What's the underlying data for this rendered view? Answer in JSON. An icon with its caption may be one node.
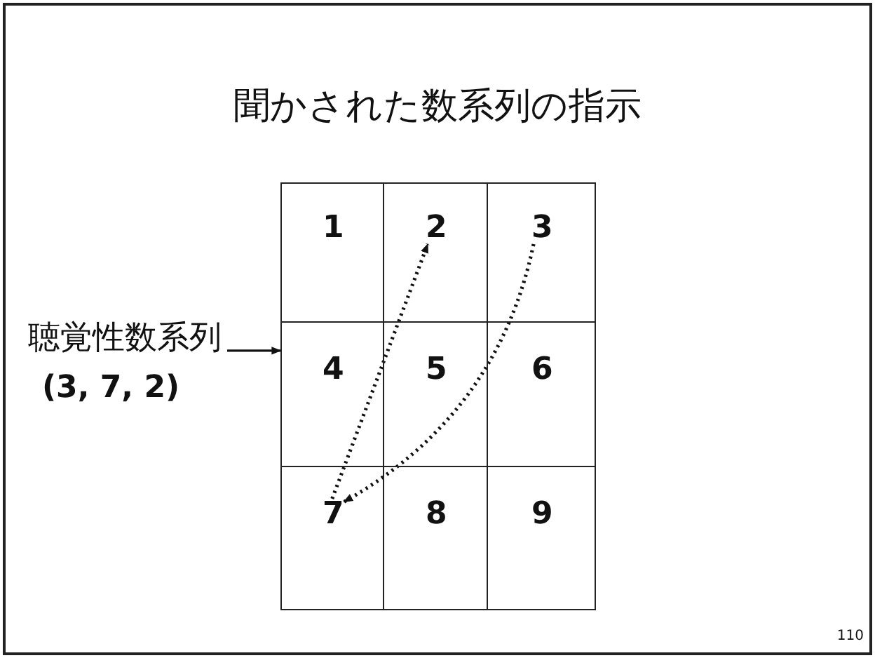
{
  "diagram": {
    "title": "聞かされた数系列の指示",
    "nodes": [
      {
        "text": [],
        "shape": "box"
      },
      {
        "text": [
          "1"
        ],
        "in": 0
      },
      {
        "text": [
          "2"
        ],
        "in": 0
      },
      {
        "text": [
          "3"
        ],
        "in": 0
      },
      {
        "text": [
          "4"
        ],
        "in": 0
      },
      {
        "text": [
          "5"
        ],
        "in": 0
      },
      {
        "text": [
          "6"
        ],
        "in": 0
      },
      {
        "text": [
          "7"
        ],
        "in": 0
      },
      {
        "text": [
          "8"
        ],
        "in": 0
      },
      {
        "text": [
          "9"
        ],
        "in": 0
      },
      {
        "text": [
          "聴覚性数系列",
          "(3, 7, 2)"
        ]
      }
    ],
    "edges": [
      {
        "from": 10,
        "to": 0,
        "arrow": "to"
      },
      {
        "from": 3,
        "to": 7,
        "arrow": "to",
        "style": "dashed"
      },
      {
        "from": 7,
        "to": 2,
        "arrow": "to",
        "style": "dashed"
      }
    ],
    "labels": [
      "110"
    ]
  }
}
